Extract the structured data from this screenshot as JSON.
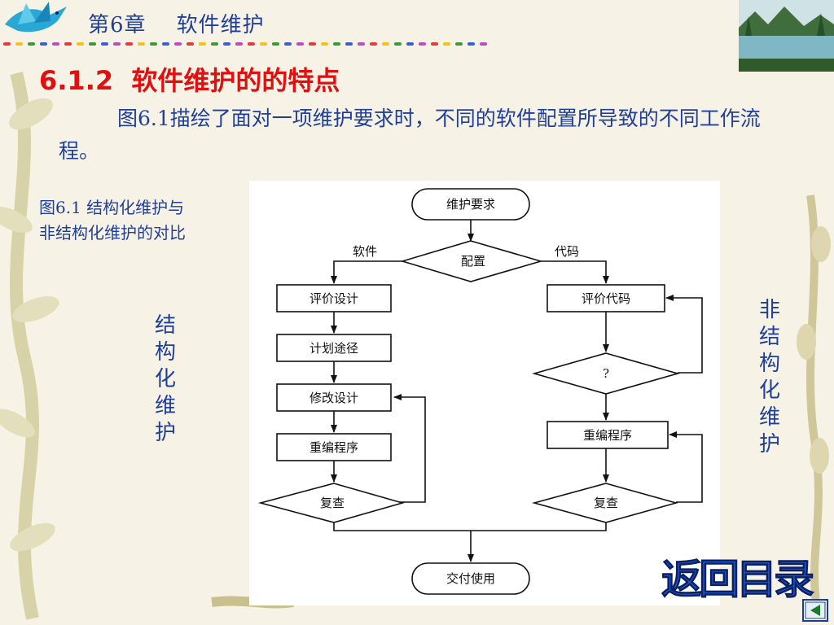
{
  "header": {
    "chapter": "第6章    软件维护"
  },
  "section_title": "6.1.2  软件维护的的特点",
  "paragraph": "图6.1描绘了面对一项维护要求时，不同的软件配置所导致的不同工作流程。",
  "figure_caption": {
    "line1": "图6.1  结构化维护与",
    "line2": "非结构化维护的对比"
  },
  "side_labels": {
    "structured": "结构化维护",
    "unstructured": "非结构化维护"
  },
  "flowchart": {
    "start": "维护要求",
    "decision": "配置",
    "branch_left": "软件",
    "branch_right": "代码",
    "left_steps": [
      "评价设计",
      "计划途径",
      "修改设计",
      "重编程序"
    ],
    "left_review": "复查",
    "right_step1": "评价代码",
    "right_decision": "?",
    "right_step2": "重编程序",
    "right_review": "复查",
    "end": "交付使用"
  },
  "nav": {
    "return_label": "返回目录"
  },
  "colors": {
    "blue_text": "#1f3f99",
    "red_title": "#e01010",
    "return_blue": "#1f5fd0"
  }
}
